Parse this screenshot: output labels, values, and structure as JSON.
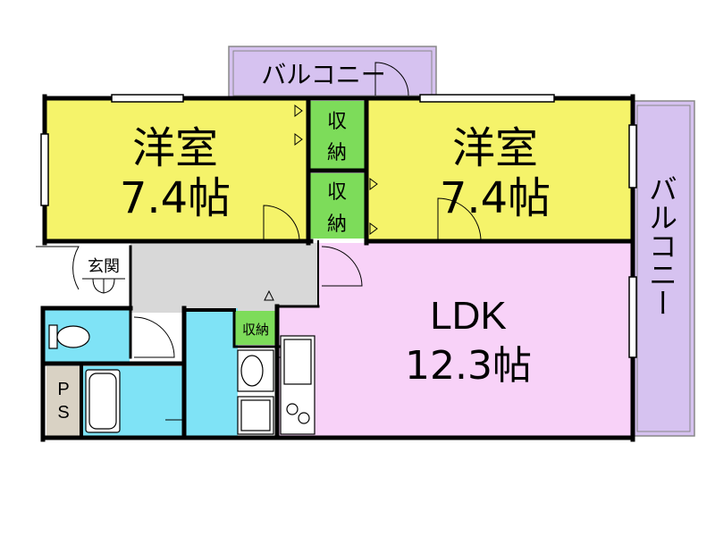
{
  "colors": {
    "wall": "#000000",
    "bedroom": "#f5f36a",
    "ldk": "#f8d2f8",
    "storage": "#7ddc5a",
    "wet_area": "#7fe3f6",
    "hallway": "#d8d8d8",
    "balcony": "#d6c2f0",
    "ps": "#d9d2c4",
    "fixture": "#ffffff"
  },
  "rooms": {
    "bedroom_left": {
      "name": "洋室",
      "size": "7.4帖"
    },
    "bedroom_right": {
      "name": "洋室",
      "size": "7.4帖"
    },
    "ldk": {
      "name": "LDK",
      "size": "12.3帖"
    }
  },
  "balcony_top": {
    "label": "バルコニー"
  },
  "balcony_right": {
    "label": "バルコニー"
  },
  "storage_labels": {
    "closet_upper": "収納",
    "closet_lower": "収納",
    "closet_small": "収納"
  },
  "entrance": {
    "label": "玄関"
  },
  "pipe_space": {
    "label": "PS"
  }
}
